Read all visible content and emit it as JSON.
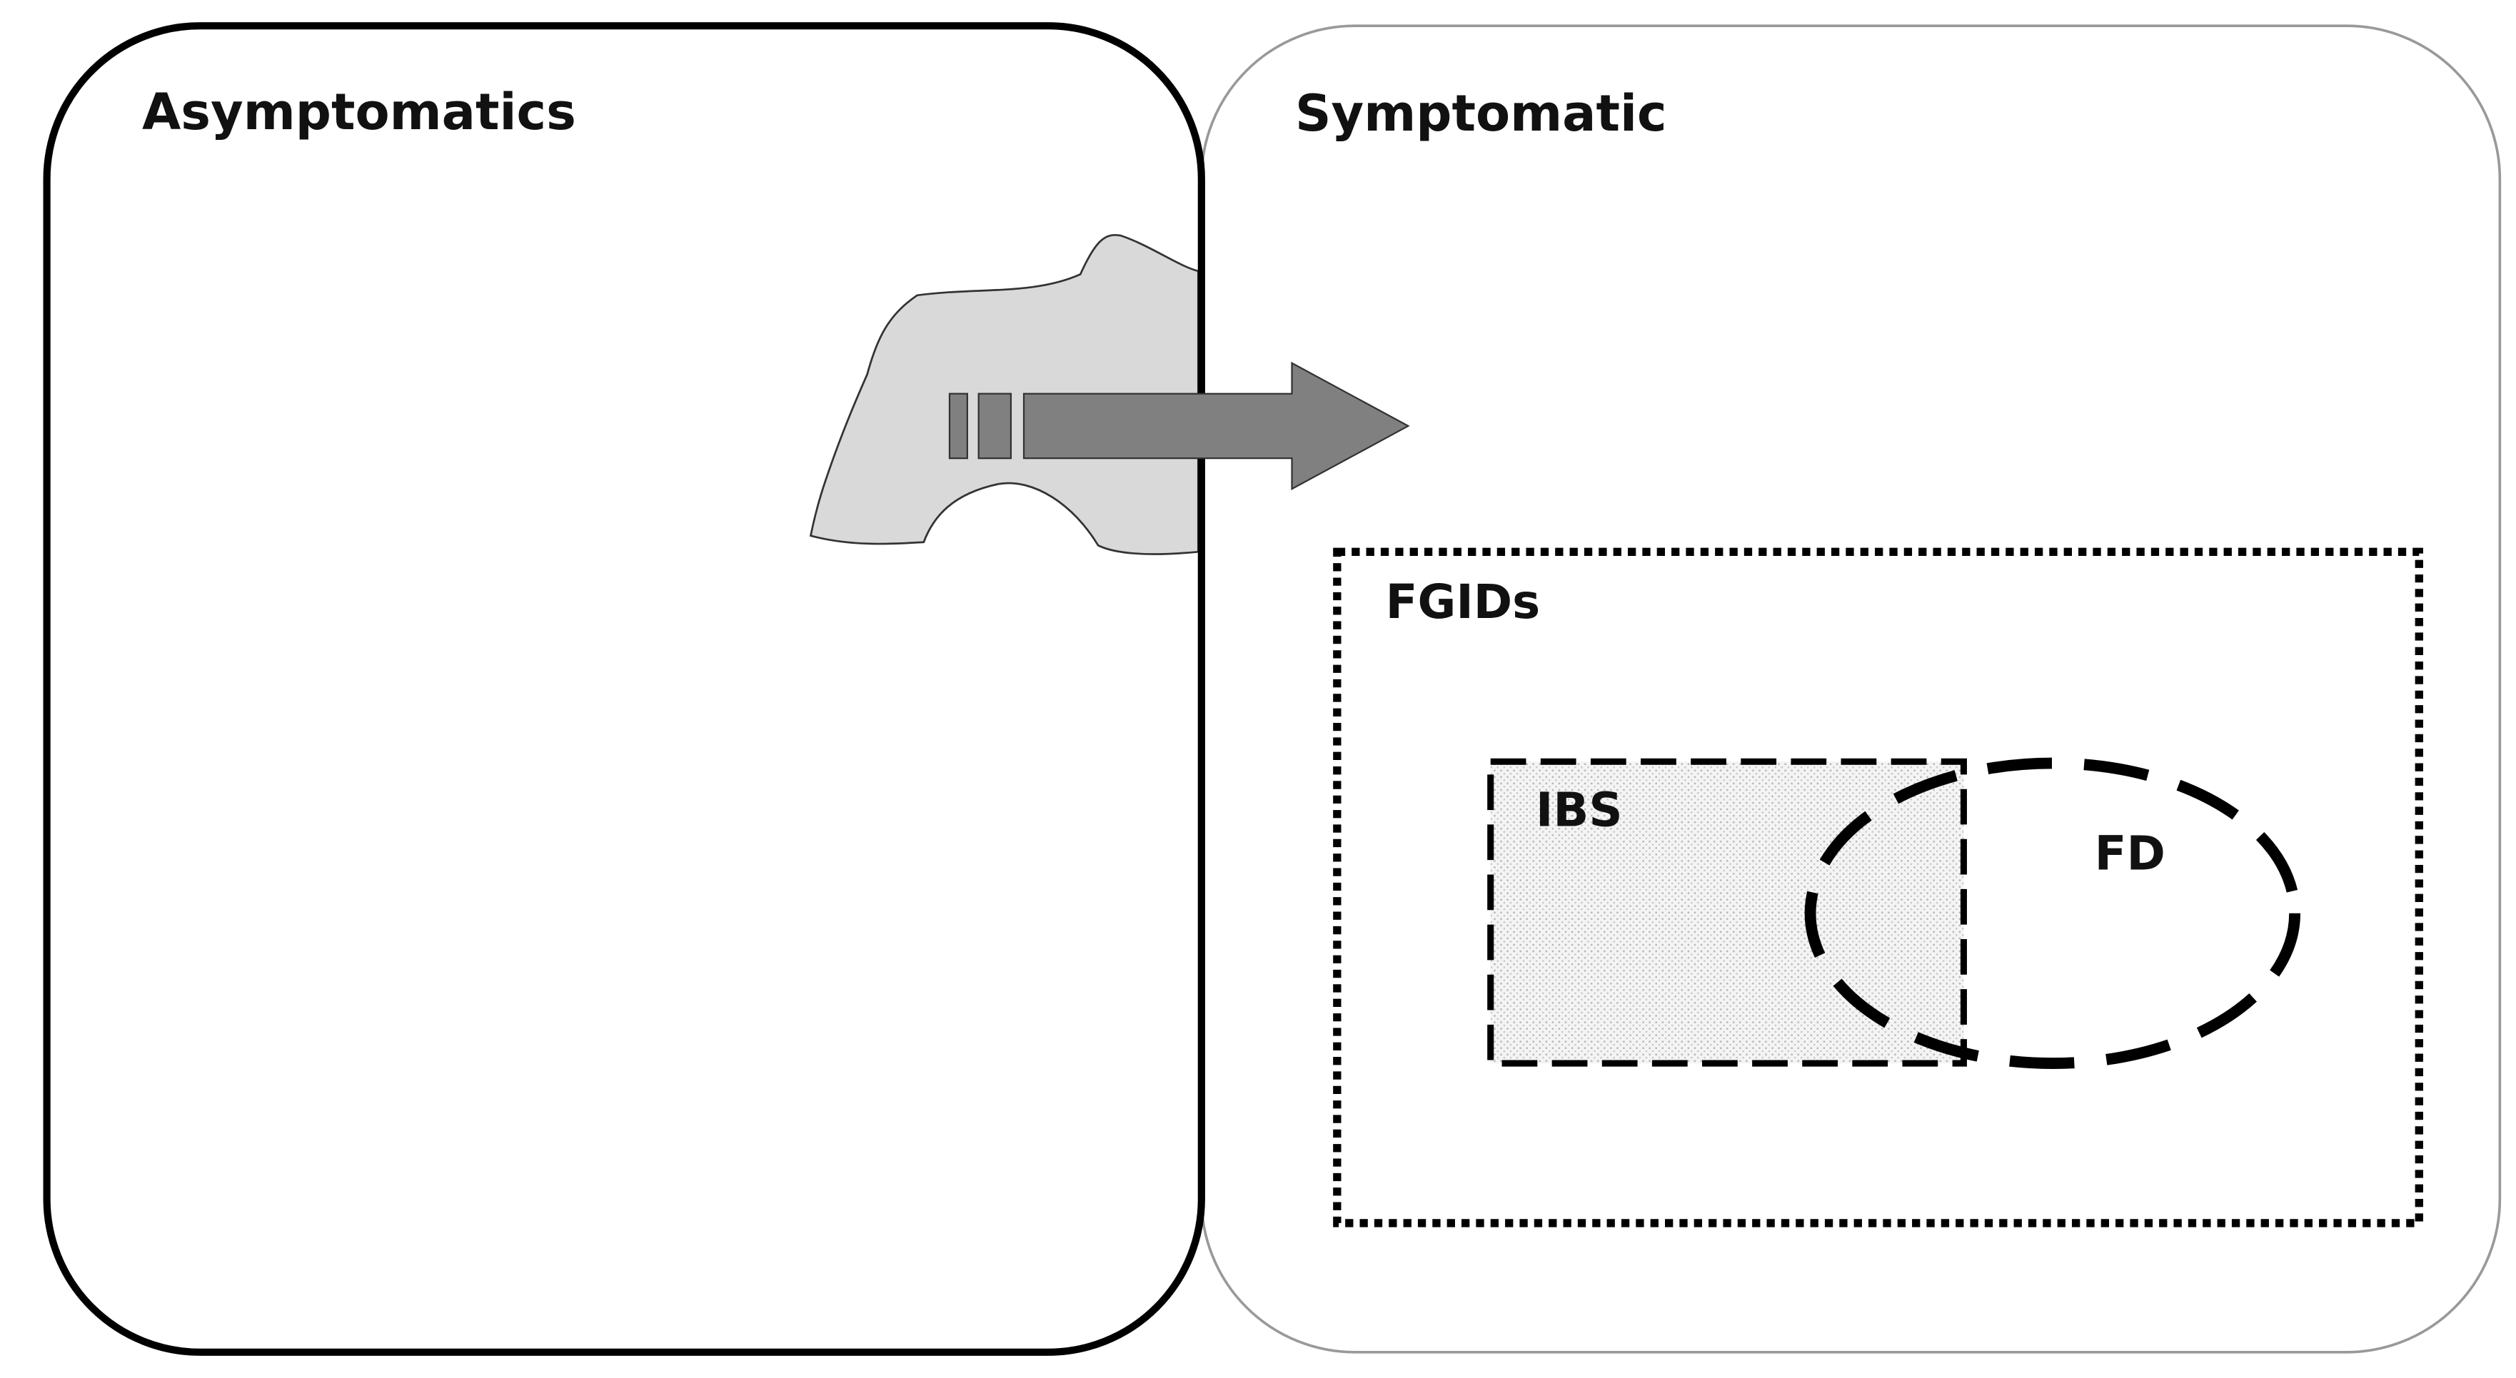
{
  "diagram": {
    "labels": {
      "left_panel": "Asymptomatics",
      "right_panel": "Symptomatic",
      "group_box": "FGIDs",
      "ibs": "IBS",
      "fd": "FD"
    },
    "colors": {
      "background": "#ffffff",
      "outline": "#000000",
      "right_panel_outline": "#999999",
      "shape_fill": "#d9d9d9",
      "arrow_fill": "#808080",
      "ibs_stipple": "#b8b8b8"
    }
  }
}
